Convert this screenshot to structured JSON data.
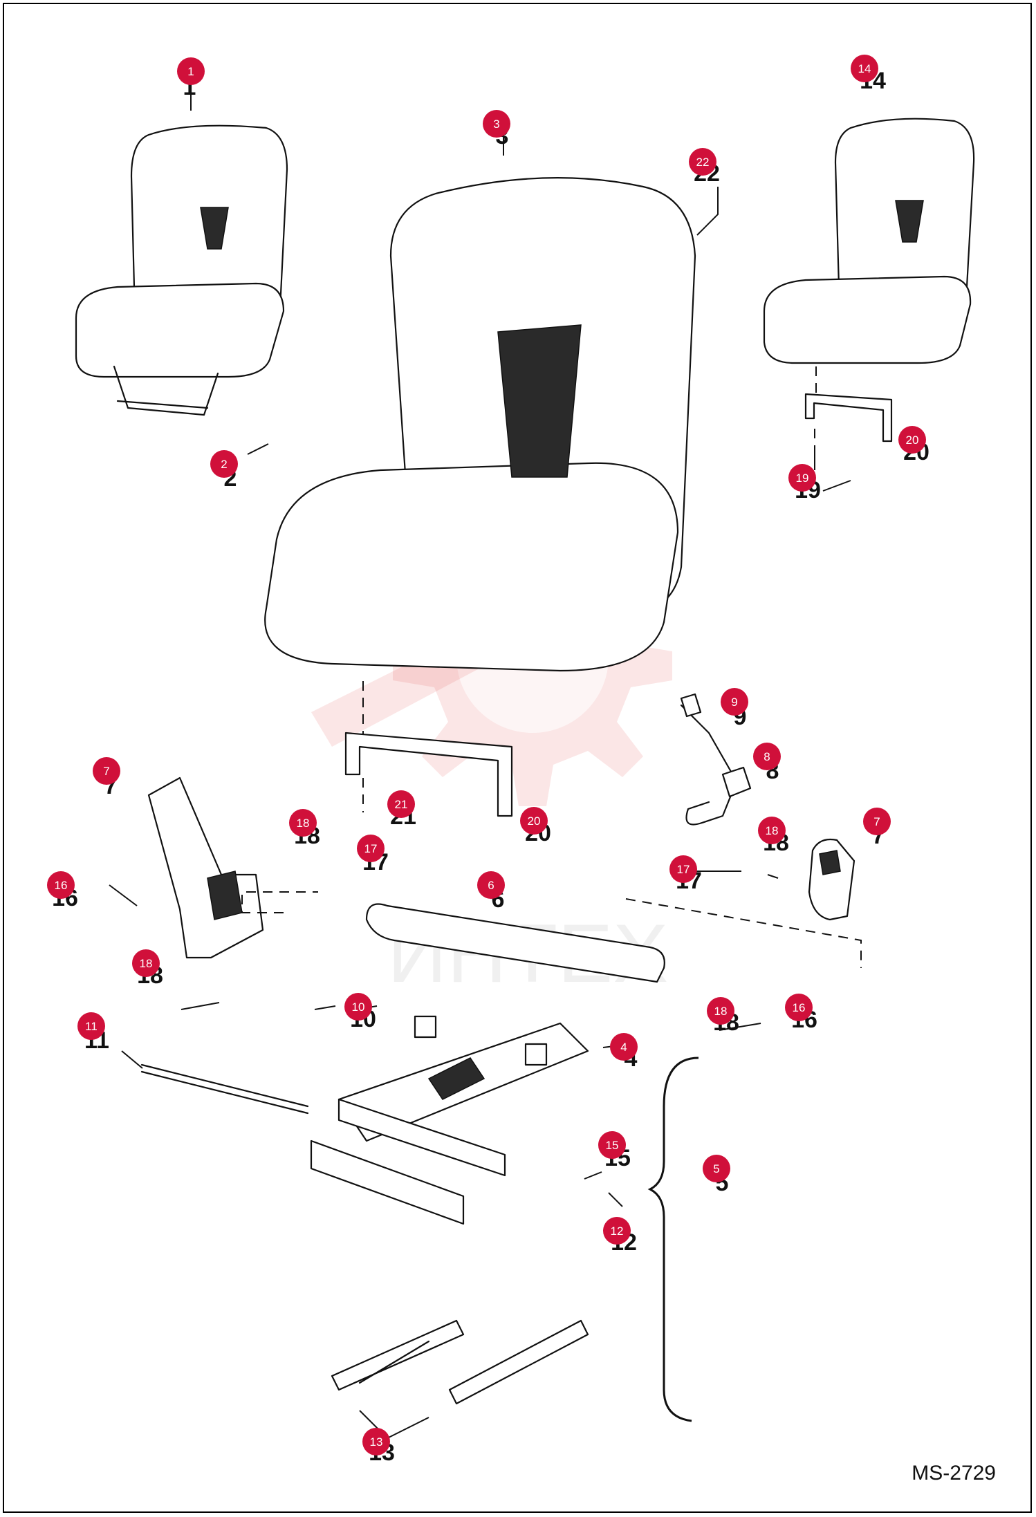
{
  "drawing_id": "MS-2729",
  "watermark_text": "ИНТЕХ",
  "callouts": [
    {
      "id": "1",
      "num": "1",
      "badge": "1"
    },
    {
      "id": "2",
      "num": "2",
      "badge": "2"
    },
    {
      "id": "3",
      "num": "3",
      "badge": "3"
    },
    {
      "id": "4",
      "num": "4",
      "badge": "4"
    },
    {
      "id": "5",
      "num": "5",
      "badge": "5"
    },
    {
      "id": "6",
      "num": "6",
      "badge": "6"
    },
    {
      "id": "7a",
      "num": "7",
      "badge": "7"
    },
    {
      "id": "7b",
      "num": "7",
      "badge": "7"
    },
    {
      "id": "8",
      "num": "8",
      "badge": "8"
    },
    {
      "id": "9",
      "num": "9",
      "badge": "9"
    },
    {
      "id": "10",
      "num": "10",
      "badge": "10"
    },
    {
      "id": "11",
      "num": "11",
      "badge": "11"
    },
    {
      "id": "12",
      "num": "12",
      "badge": "12"
    },
    {
      "id": "13",
      "num": "13",
      "badge": "13"
    },
    {
      "id": "14",
      "num": "14",
      "badge": "14"
    },
    {
      "id": "15",
      "num": "15",
      "badge": "15"
    },
    {
      "id": "16a",
      "num": "16",
      "badge": "16"
    },
    {
      "id": "16b",
      "num": "16",
      "badge": "16"
    },
    {
      "id": "17a",
      "num": "17",
      "badge": "17"
    },
    {
      "id": "17b",
      "num": "17",
      "badge": "17"
    },
    {
      "id": "18a",
      "num": "18",
      "badge": "18"
    },
    {
      "id": "18b",
      "num": "18",
      "badge": "18"
    },
    {
      "id": "18c",
      "num": "18",
      "badge": "18"
    },
    {
      "id": "18d",
      "num": "18",
      "badge": "18"
    },
    {
      "id": "19",
      "num": "19",
      "badge": "19"
    },
    {
      "id": "20a",
      "num": "20",
      "badge": "20"
    },
    {
      "id": "20b",
      "num": "20",
      "badge": "20"
    },
    {
      "id": "21",
      "num": "21",
      "badge": "21"
    },
    {
      "id": "22",
      "num": "22",
      "badge": "22"
    }
  ],
  "colors": {
    "badge": "#d0103a",
    "line": "#111111",
    "watermark": "#e23a3a"
  }
}
